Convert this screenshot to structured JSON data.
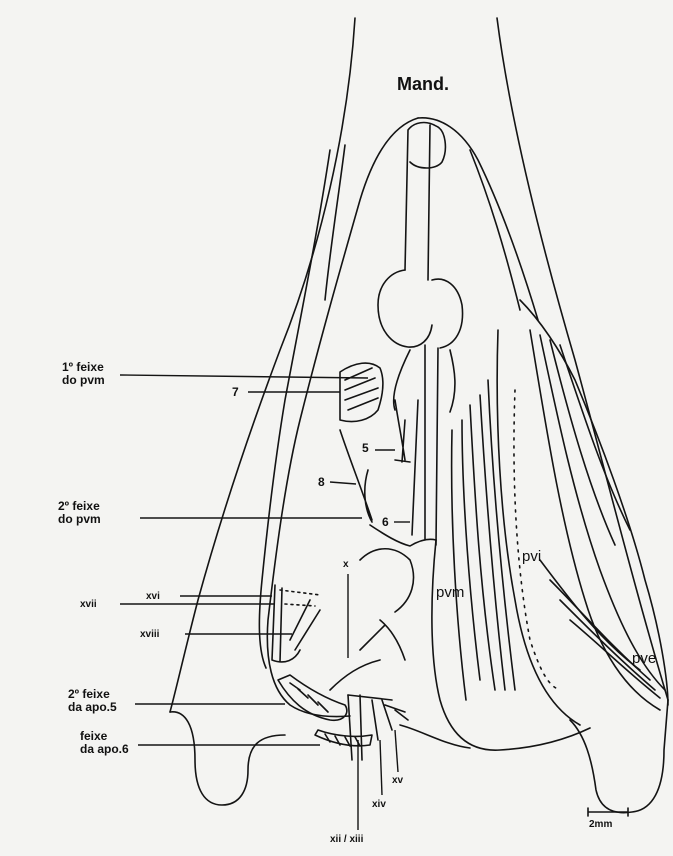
{
  "figure": {
    "title": "Mand.",
    "labels": {
      "feixe1_line1": "1º feixe",
      "feixe1_line2": "do pvm",
      "n7": "7",
      "n5": "5",
      "n8": "8",
      "feixe2_line1": "2º feixe",
      "feixe2_line2": "do pvm",
      "n6": "6",
      "x": "x",
      "xvi": "xvi",
      "xvii": "xvii",
      "xviii": "xviii",
      "pvm": "pvm",
      "pvi": "pvi",
      "pve": "pve",
      "apo5_line1": "2º feixe",
      "apo5_line2": "da apo.5",
      "apo6_line1": "feixe",
      "apo6_line2": "da apo.6",
      "xv": "xv",
      "xiv": "xiv",
      "xii_xiii": "xii / xiii",
      "scale": "2mm"
    }
  }
}
